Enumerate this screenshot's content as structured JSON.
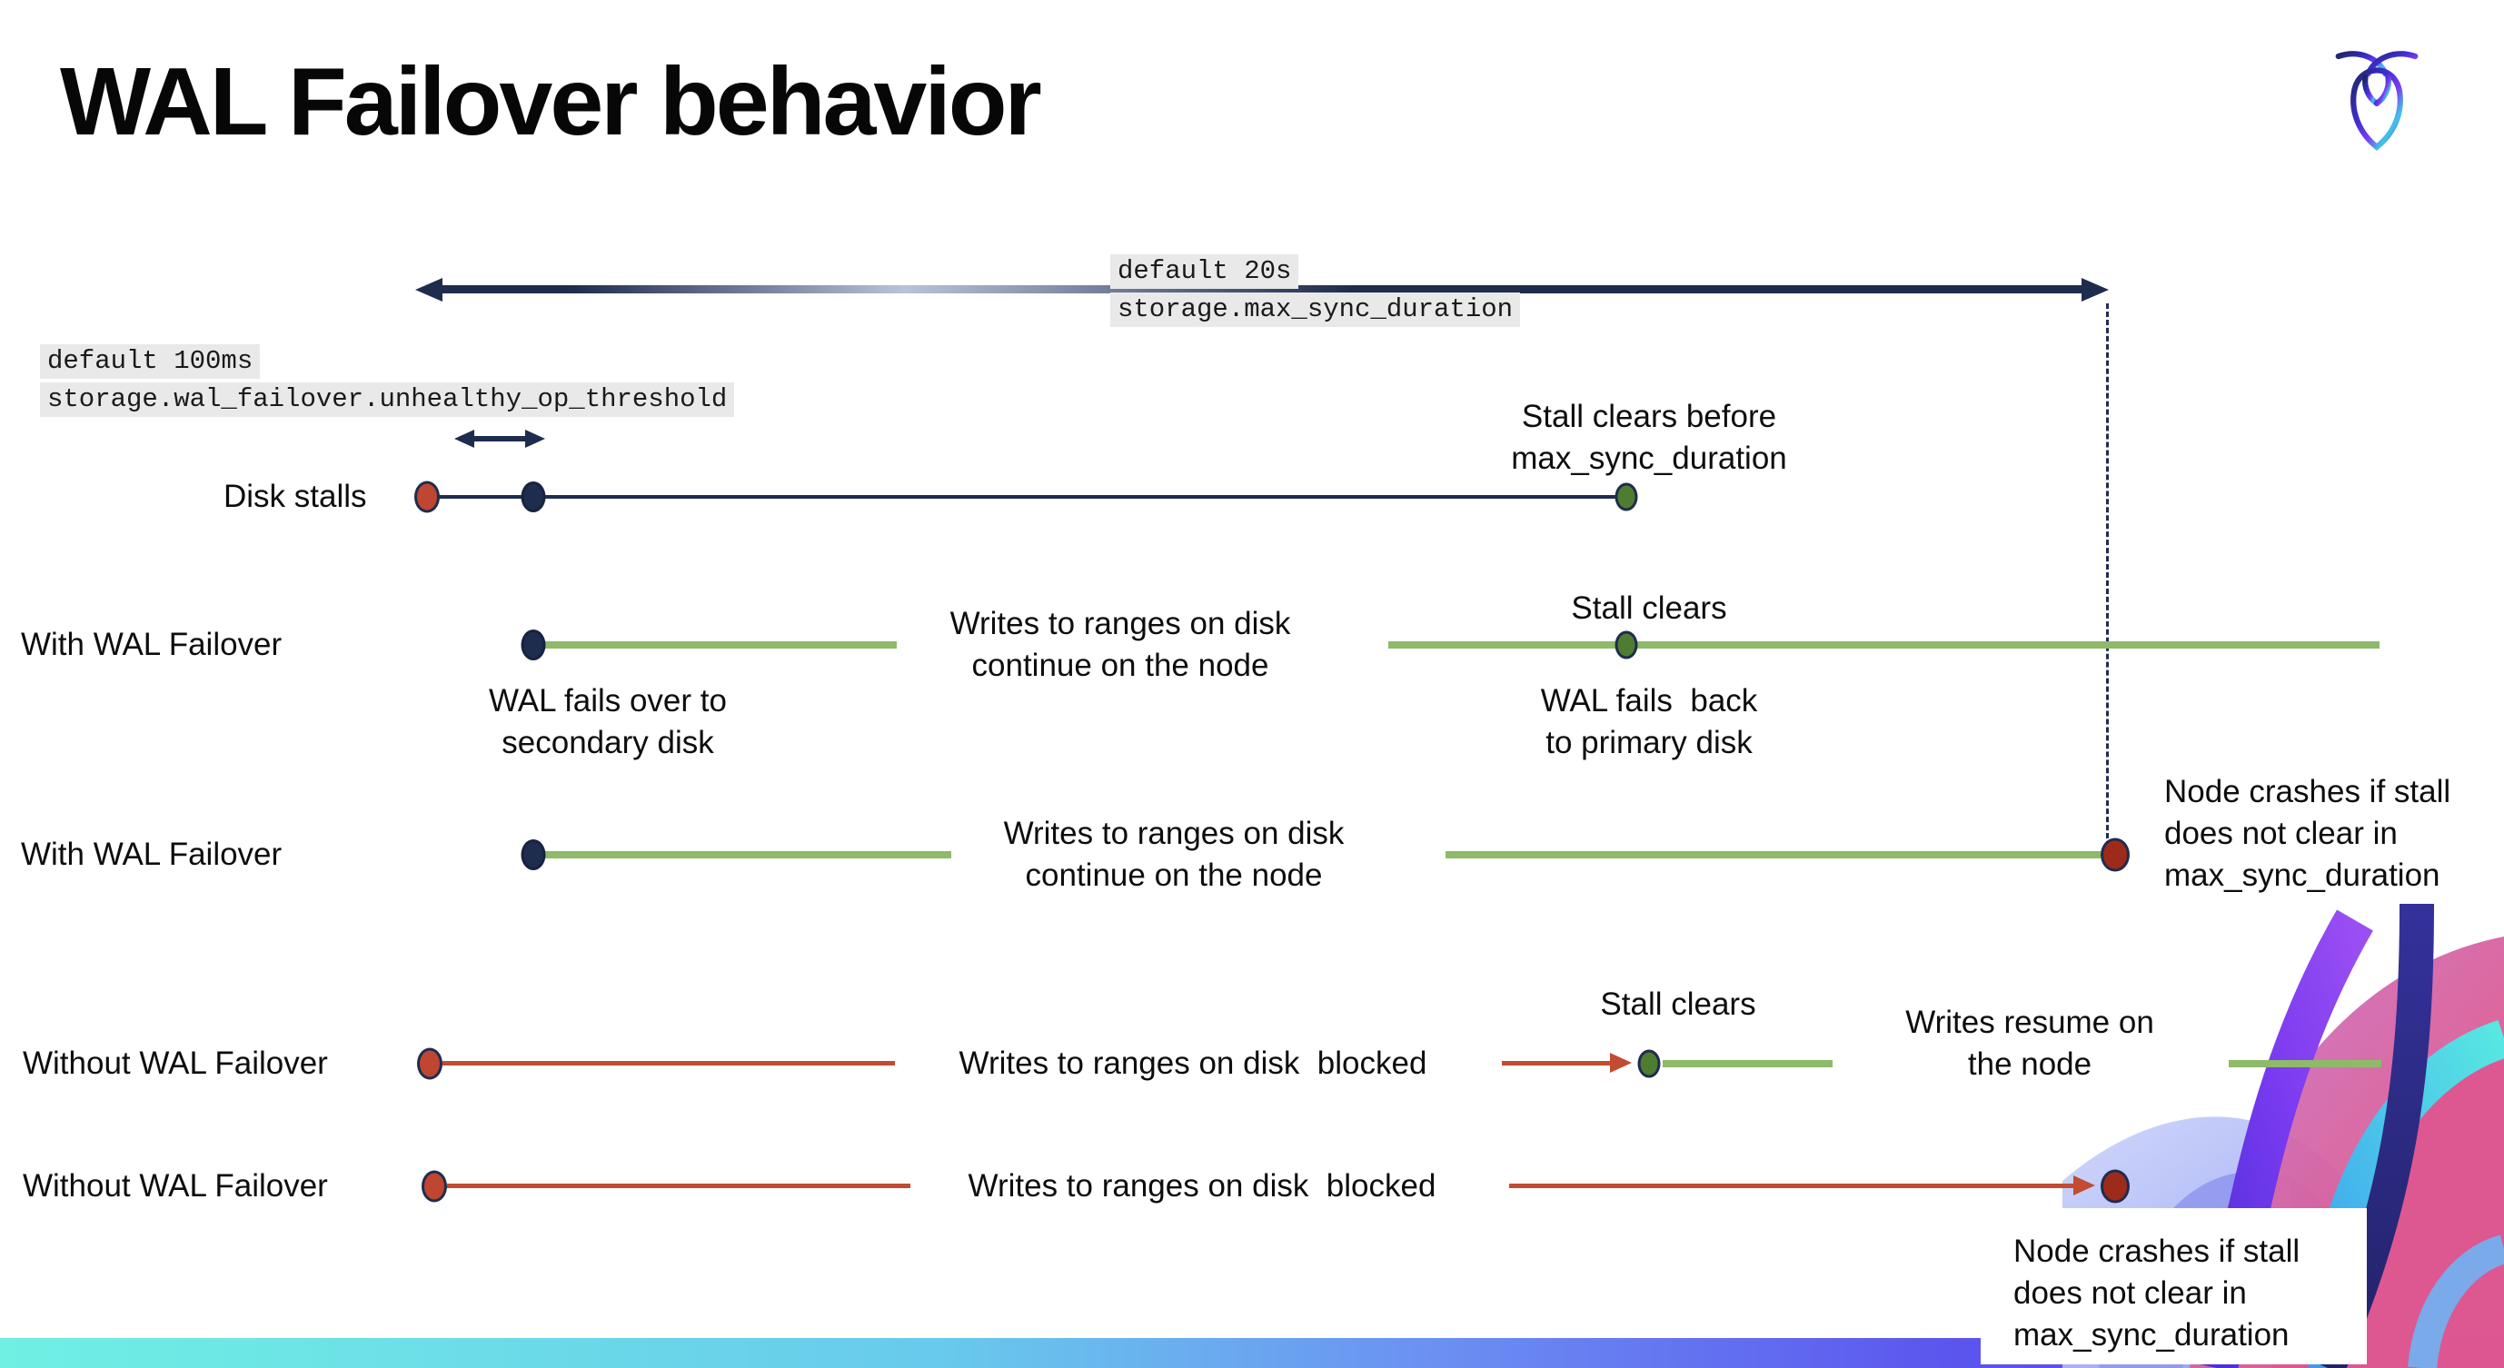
{
  "slide": {
    "title": "WAL Failover behavior"
  },
  "logo": {
    "name": "cockroachdb-logo"
  },
  "params": {
    "max_sync_duration": {
      "line1": "default 20s",
      "line2": "storage.max_sync_duration"
    },
    "unhealthy_op_threshold": {
      "line1": "default 100ms",
      "line2": "storage.wal_failover.unhealthy_op_threshold"
    }
  },
  "rows": {
    "disk_stalls": {
      "label": "Disk stalls"
    },
    "with_wal_failover_1": {
      "label": "With WAL Failover"
    },
    "with_wal_failover_2": {
      "label": "With WAL Failover"
    },
    "without_wal_failover_1": {
      "label": "Without WAL Failover"
    },
    "without_wal_failover_2": {
      "label": "Without WAL Failover"
    }
  },
  "annotations": {
    "stall_clears_before": {
      "line1": "Stall clears before",
      "line2": "max_sync_duration"
    },
    "writes_continue": {
      "line1": "Writes to ranges on disk",
      "line2": "continue on the node"
    },
    "stall_clears": "Stall clears",
    "wal_fails_over": {
      "line1": "WAL fails over to",
      "line2": "secondary disk"
    },
    "wal_fails_back": {
      "line1": "WAL fails  back",
      "line2": "to primary disk"
    },
    "node_crashes": {
      "line1": "Node crashes if stall",
      "line2": "does not clear in",
      "line3": "max_sync_duration"
    },
    "writes_blocked": "Writes to ranges on disk  blocked",
    "writes_resume": {
      "line1": "Writes resume on",
      "line2": "the node"
    }
  },
  "colors": {
    "navy": "#1e2c4e",
    "green_line": "#8eba69",
    "green_dot": "#4e7c31",
    "red_line": "#c24b31",
    "red_dot": "#bf4630",
    "crash_dot": "#9e2b19",
    "code_bg": "#e9e9e9",
    "bar_gradient_left": "#6ff0e3",
    "bar_gradient_right": "#5b43ef"
  }
}
